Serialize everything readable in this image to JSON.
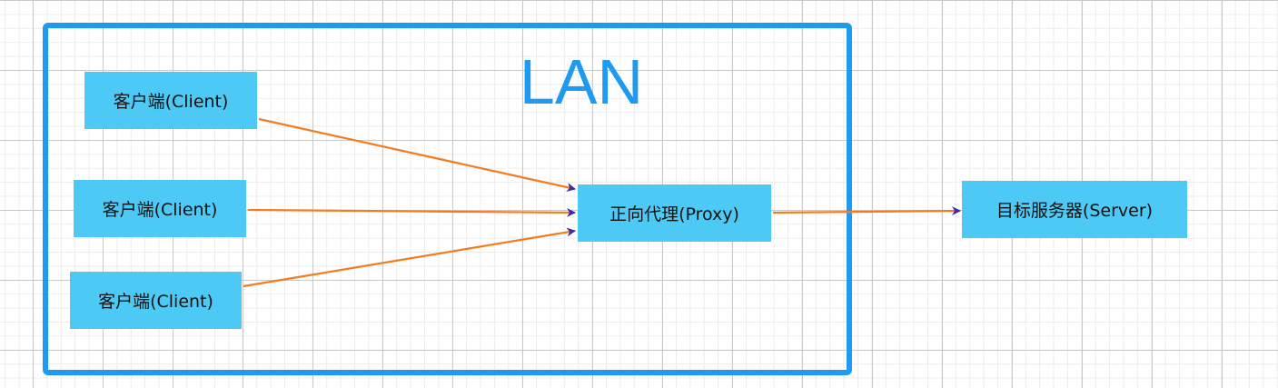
{
  "lan": {
    "label": "LAN",
    "color": "#1e9bf0"
  },
  "nodes": {
    "client_1": "客户端(Client)",
    "client_2": "客户端(Client)",
    "client_3": "客户端(Client)",
    "proxy": "正向代理(Proxy)",
    "server": "目标服务器(Server)"
  },
  "edges": [
    {
      "from": "client_1",
      "to": "proxy"
    },
    {
      "from": "client_2",
      "to": "proxy"
    },
    {
      "from": "client_3",
      "to": "proxy"
    },
    {
      "from": "proxy",
      "to": "server"
    }
  ],
  "colors": {
    "node_fill": "#4cc9f5",
    "edge": "#f47c20",
    "arrowhead": "#3b2bb0",
    "lan_border": "#1e9bf0"
  }
}
